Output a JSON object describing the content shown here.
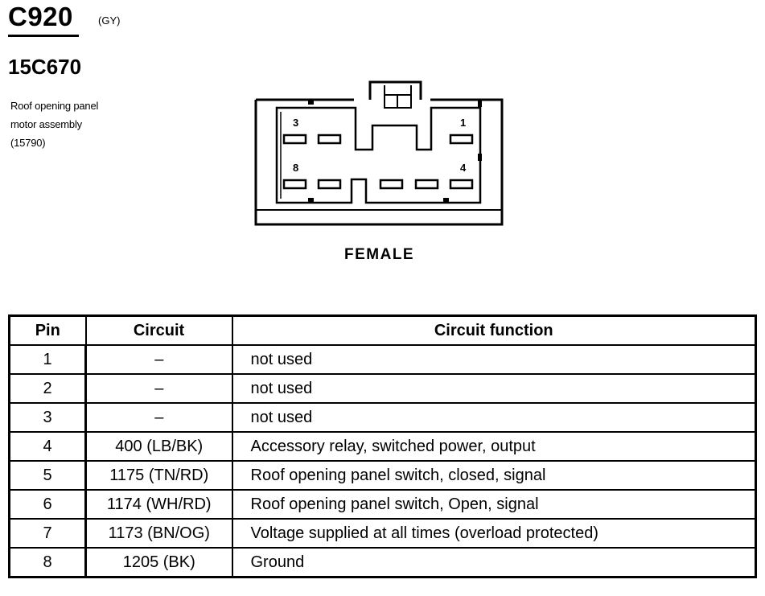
{
  "connector": {
    "id": "C920",
    "color": "(GY)",
    "part_number": "15C670",
    "component_lines": [
      "Roof opening panel",
      "motor assembly",
      "(15790)"
    ],
    "view": "FEMALE",
    "cavity_labels": [
      "3",
      "1",
      "8",
      "4"
    ]
  },
  "table": {
    "headers": [
      "Pin",
      "Circuit",
      "Circuit function"
    ],
    "rows": [
      {
        "pin": "1",
        "circuit": "–",
        "function": "not used"
      },
      {
        "pin": "2",
        "circuit": "–",
        "function": "not used"
      },
      {
        "pin": "3",
        "circuit": "–",
        "function": "not used"
      },
      {
        "pin": "4",
        "circuit": "400 (LB/BK)",
        "function": "Accessory relay, switched power, output"
      },
      {
        "pin": "5",
        "circuit": "1175 (TN/RD)",
        "function": "Roof opening panel switch, closed, signal"
      },
      {
        "pin": "6",
        "circuit": "1174 (WH/RD)",
        "function": "Roof opening panel switch, Open, signal"
      },
      {
        "pin": "7",
        "circuit": "1173 (BN/OG)",
        "function": "Voltage supplied at all times (overload protected)"
      },
      {
        "pin": "8",
        "circuit": "1205 (BK)",
        "function": "Ground"
      }
    ]
  }
}
